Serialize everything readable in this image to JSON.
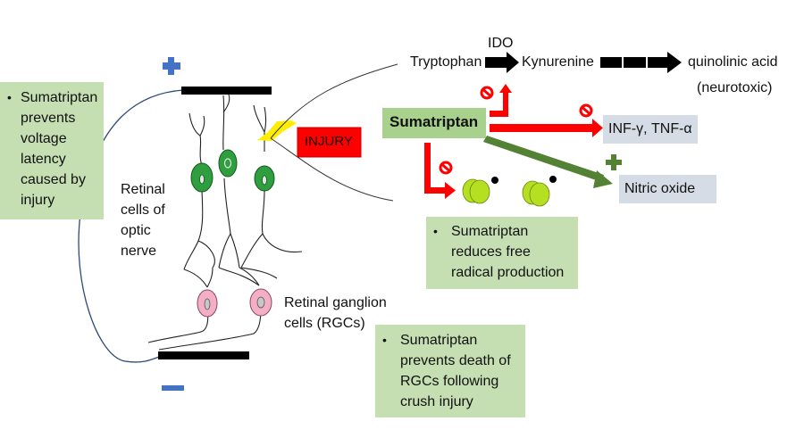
{
  "notes": {
    "voltage": {
      "bullet": "•",
      "text": "Sumatriptan\nprevents\nvoltage\nlatency\ncaused     by\ninjury"
    },
    "free_radical": {
      "bullet": "•",
      "text": "Sumatriptan\nreduces free\nradical production"
    },
    "rgc_death": {
      "bullet": "•",
      "text": "Sumatriptan\nprevents death of\nRGCs following\ncrush injury"
    }
  },
  "labels": {
    "retinal_cells": "Retinal\ncells of\noptic\nnerve",
    "rgc": "Retinal ganglion\ncells (RGCs)",
    "injury": "INJURY",
    "ido": "IDO",
    "tryptophan": "Tryptophan",
    "kynurenine": "Kynurenine",
    "quinolinic": "quinolinic acid",
    "neurotoxic": "(neurotoxic)",
    "sumatriptan": "Sumatriptan",
    "cytokines": "INF-γ, TNF-α",
    "nitric_oxide": "Nitric oxide"
  },
  "electrodes": {
    "positive": "+",
    "negative": "−"
  },
  "colors": {
    "note_green": "#c5dfb3",
    "inhibit_red": "#ff0000",
    "promote_green": "#548235",
    "target_blue_gray": "#d6dce5",
    "electrode_blue": "#4472c4",
    "cell_green": "#2e9e3e",
    "rgc_pink": "#f4aec6",
    "radical_lime": "#b4e021"
  }
}
